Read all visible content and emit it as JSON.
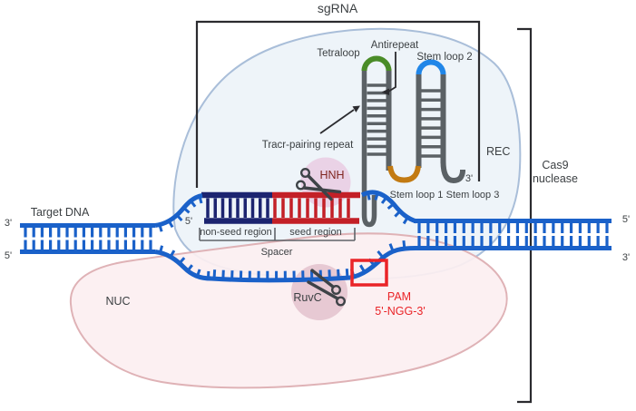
{
  "labels": {
    "sgrna": "sgRNA",
    "tetraloop": "Tetraloop",
    "antirepeat": "Antirepeat",
    "stem_loop_2": "Stem loop 2",
    "tracr_pairing_repeat": "Tracr-pairing repeat",
    "rec": "REC",
    "cas9_line1": "Cas9",
    "cas9_line2": "nuclease",
    "hnh": "HNH",
    "ruvc": "RuvC",
    "nuc": "NUC",
    "stem_loop_1": "Stem loop 1",
    "stem_loop_3": "Stem loop 3",
    "sgrna_three_prime": "3'",
    "target_dna": "Target DNA",
    "left_three_prime": "3'",
    "left_five_prime": "5'",
    "spacer_five_prime": "5'",
    "non_seed_region": "non-seed region",
    "seed_region": "seed region",
    "spacer": "Spacer",
    "pam": "PAM",
    "pam_sequence": "5'-NGG-3'",
    "right_five_prime": "5'",
    "right_three_prime": "3'"
  },
  "colors": {
    "dna_blue": "#1a61c9",
    "navy": "#1c2470",
    "seed_red": "#c32027",
    "rna_gray": "#5b6165",
    "tetraloop_green": "#4a8c28",
    "stem2_blue": "#2086e8",
    "stem1_orange": "#c27a12",
    "rec_fill": "#edf3f9",
    "rec_stroke": "#a9bed9",
    "nuc_fill": "#fceff1",
    "nuc_stroke": "#dfb2b6",
    "hnh_circle": "#e9cee3",
    "ruvc_circle": "#e6c6d1",
    "pam_red": "#ea2428",
    "bracket": "#2b2b2f",
    "region_bracket": "#5f6368",
    "scissors": "#3e4347",
    "text": "#3c4043",
    "hnh_text": "#7f2620"
  }
}
